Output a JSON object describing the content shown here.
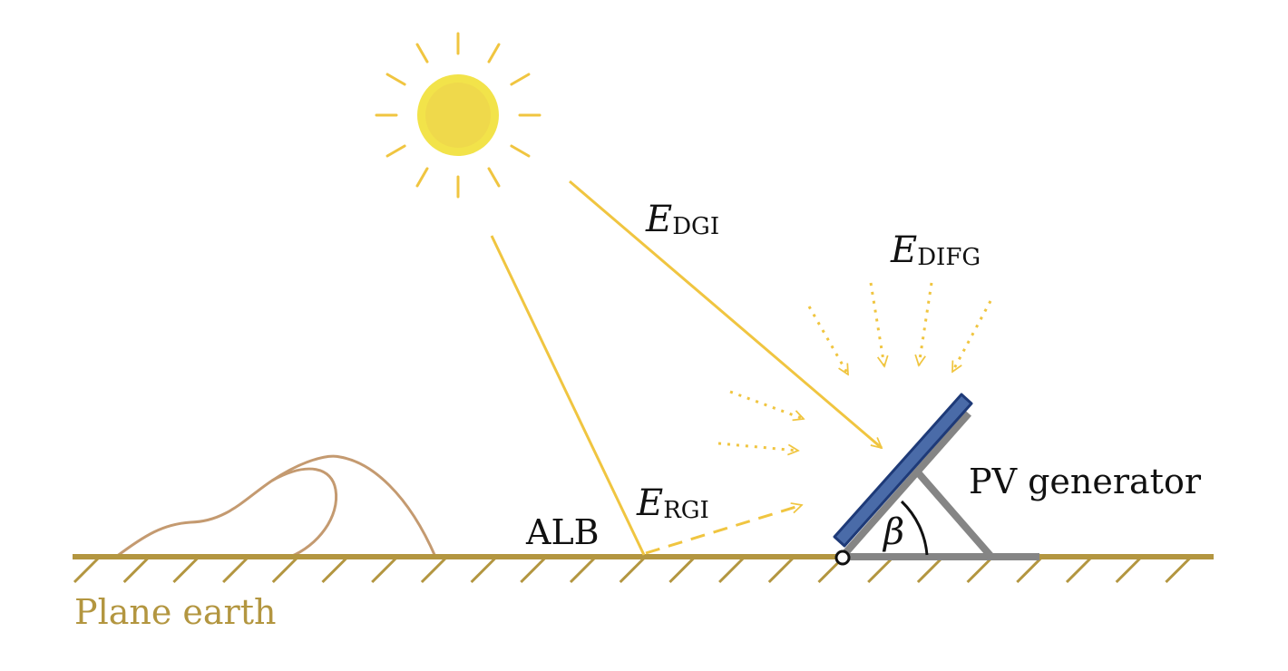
{
  "colors": {
    "sun_outer": "#F2E34A",
    "sun_inner": "#EFD94B",
    "sun_rays": "#F0C540",
    "irradiance": "#F0C540",
    "ground": "#B39640",
    "hill": "#C49A70",
    "panel_fill": "#4A6BA8",
    "panel_edge": "#1E3A78",
    "frame": "#858585",
    "text": "#111111"
  },
  "icons": {
    "sun": "sun-icon",
    "panel": "solar-panel-icon",
    "hinge": "pivot-circle-icon"
  },
  "labels": {
    "direct_main": "E",
    "direct_sub": "DGI",
    "diffuse_main": "E",
    "diffuse_sub": "DIFG",
    "reflected_main": "E",
    "reflected_sub": "RGI",
    "albedo": "ALB",
    "generator": "PV generator",
    "angle": "β",
    "ground": "Plane earth"
  }
}
